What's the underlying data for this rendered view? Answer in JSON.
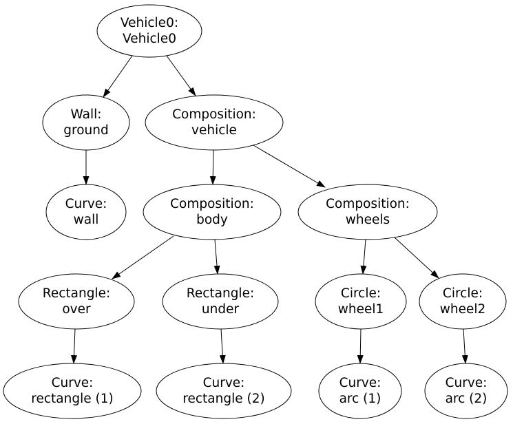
{
  "diagram": {
    "type": "graph-tree",
    "background_color": "#ffffff",
    "node_fill_color": "#ffffff",
    "node_stroke_color": "#000000",
    "edge_color": "#000000",
    "text_color": "#000000",
    "nodes": {
      "vehicle0": {
        "line1": "Vehicle0:",
        "line2": "Vehicle0"
      },
      "wall_ground": {
        "line1": "Wall:",
        "line2": "ground"
      },
      "comp_vehicle": {
        "line1": "Composition:",
        "line2": "vehicle"
      },
      "curve_wall": {
        "line1": "Curve:",
        "line2": "wall"
      },
      "comp_body": {
        "line1": "Composition:",
        "line2": "body"
      },
      "comp_wheels": {
        "line1": "Composition:",
        "line2": "wheels"
      },
      "rect_over": {
        "line1": "Rectangle:",
        "line2": "over"
      },
      "rect_under": {
        "line1": "Rectangle:",
        "line2": "under"
      },
      "circle_wheel1": {
        "line1": "Circle:",
        "line2": "wheel1"
      },
      "circle_wheel2": {
        "line1": "Circle:",
        "line2": "wheel2"
      },
      "curve_rect1": {
        "line1": "Curve:",
        "line2": "rectangle (1)"
      },
      "curve_rect2": {
        "line1": "Curve:",
        "line2": "rectangle (2)"
      },
      "curve_arc1": {
        "line1": "Curve:",
        "line2": "arc (1)"
      },
      "curve_arc2": {
        "line1": "Curve:",
        "line2": "arc (2)"
      }
    },
    "edges": [
      {
        "from": "vehicle0",
        "to": "wall_ground"
      },
      {
        "from": "vehicle0",
        "to": "comp_vehicle"
      },
      {
        "from": "wall_ground",
        "to": "curve_wall"
      },
      {
        "from": "comp_vehicle",
        "to": "comp_body"
      },
      {
        "from": "comp_vehicle",
        "to": "comp_wheels"
      },
      {
        "from": "comp_body",
        "to": "rect_over"
      },
      {
        "from": "comp_body",
        "to": "rect_under"
      },
      {
        "from": "comp_wheels",
        "to": "circle_wheel1"
      },
      {
        "from": "comp_wheels",
        "to": "circle_wheel2"
      },
      {
        "from": "rect_over",
        "to": "curve_rect1"
      },
      {
        "from": "rect_under",
        "to": "curve_rect2"
      },
      {
        "from": "circle_wheel1",
        "to": "curve_arc1"
      },
      {
        "from": "circle_wheel2",
        "to": "curve_arc2"
      }
    ]
  }
}
